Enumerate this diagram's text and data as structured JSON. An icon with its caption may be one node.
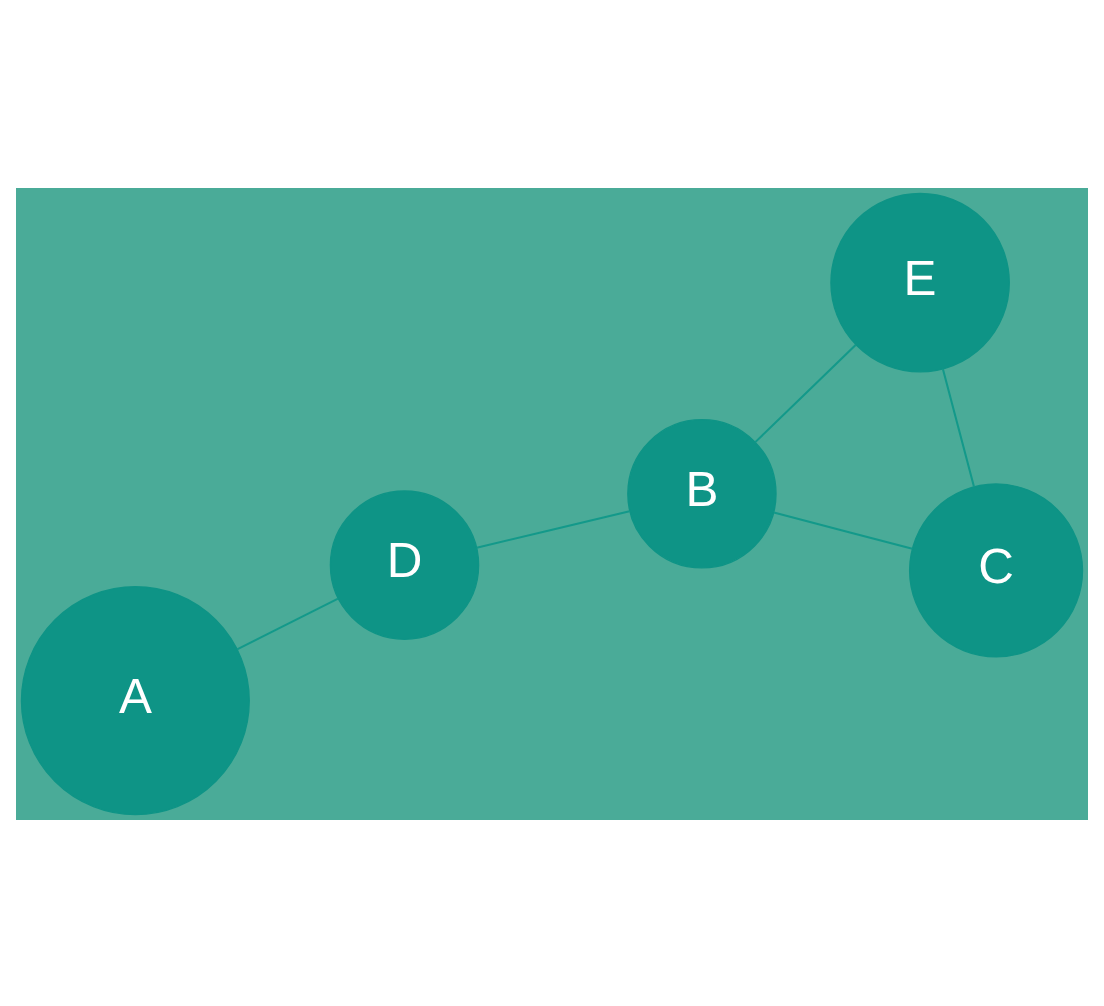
{
  "diagram": {
    "nodes": [
      {
        "text": [
          "B"
        ]
      },
      {
        "text": [
          "C"
        ]
      },
      {
        "text": [
          "A"
        ]
      },
      {
        "text": [
          "D"
        ]
      },
      {
        "text": [
          "E"
        ]
      }
    ],
    "edges": [
      {
        "from": 0,
        "to": 1,
        "arrow": "none"
      },
      {
        "from": 0,
        "to": 3,
        "arrow": "none"
      },
      {
        "from": 0,
        "to": 4,
        "arrow": "none"
      },
      {
        "from": 1,
        "to": 4,
        "arrow": "none"
      },
      {
        "from": 2,
        "to": 3,
        "arrow": "none"
      }
    ]
  }
}
